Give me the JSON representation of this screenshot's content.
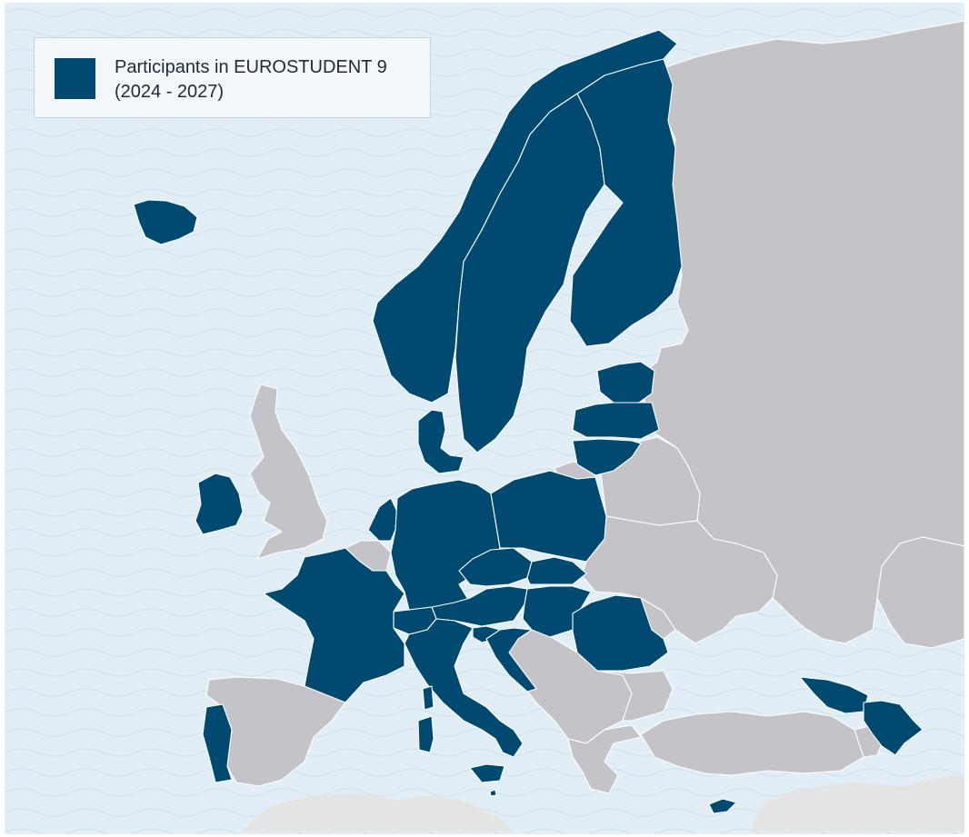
{
  "legend": {
    "line1": "Participants in EUROSTUDENT 9",
    "line2": "(2024 - 2027)",
    "swatch_color": "#004a72"
  },
  "colors": {
    "participant": "#004a72",
    "non_participant": "#c4c3c8",
    "outside_region": "#e4e4e4",
    "sea": "#e2eef5",
    "sea_wave": "#cfe2ee",
    "border": "#ffffff"
  },
  "countries": [
    {
      "name": "Iceland",
      "participant": true
    },
    {
      "name": "Norway",
      "participant": true
    },
    {
      "name": "Sweden",
      "participant": true
    },
    {
      "name": "Finland",
      "participant": true
    },
    {
      "name": "Estonia",
      "participant": true
    },
    {
      "name": "Latvia",
      "participant": true
    },
    {
      "name": "Lithuania",
      "participant": true
    },
    {
      "name": "Denmark",
      "participant": true
    },
    {
      "name": "Ireland",
      "participant": true
    },
    {
      "name": "United Kingdom",
      "participant": false
    },
    {
      "name": "Netherlands",
      "participant": true
    },
    {
      "name": "Belgium",
      "participant": false
    },
    {
      "name": "Luxembourg",
      "participant": false
    },
    {
      "name": "Germany",
      "participant": true
    },
    {
      "name": "Poland",
      "participant": true
    },
    {
      "name": "Czechia",
      "participant": true
    },
    {
      "name": "Slovakia",
      "participant": true
    },
    {
      "name": "Austria",
      "participant": true
    },
    {
      "name": "Hungary",
      "participant": true
    },
    {
      "name": "Switzerland",
      "participant": true
    },
    {
      "name": "France",
      "participant": true
    },
    {
      "name": "Italy",
      "participant": true
    },
    {
      "name": "Slovenia",
      "participant": true
    },
    {
      "name": "Croatia",
      "participant": true
    },
    {
      "name": "Romania",
      "participant": true
    },
    {
      "name": "Portugal",
      "participant": true
    },
    {
      "name": "Spain",
      "participant": false
    },
    {
      "name": "Malta",
      "participant": true
    },
    {
      "name": "Cyprus",
      "participant": true
    },
    {
      "name": "Georgia",
      "participant": true
    },
    {
      "name": "Azerbaijan",
      "participant": true
    },
    {
      "name": "Belarus",
      "participant": false
    },
    {
      "name": "Ukraine",
      "participant": false
    },
    {
      "name": "Moldova",
      "participant": false
    },
    {
      "name": "Russia",
      "participant": false
    },
    {
      "name": "Russia (Kaliningrad)",
      "participant": false
    },
    {
      "name": "Western Balkans",
      "participant": false
    },
    {
      "name": "Bulgaria",
      "participant": false
    },
    {
      "name": "Greece",
      "participant": false
    },
    {
      "name": "Turkey",
      "participant": false
    },
    {
      "name": "Armenia",
      "participant": false
    },
    {
      "name": "Kazakhstan",
      "participant": false
    }
  ]
}
